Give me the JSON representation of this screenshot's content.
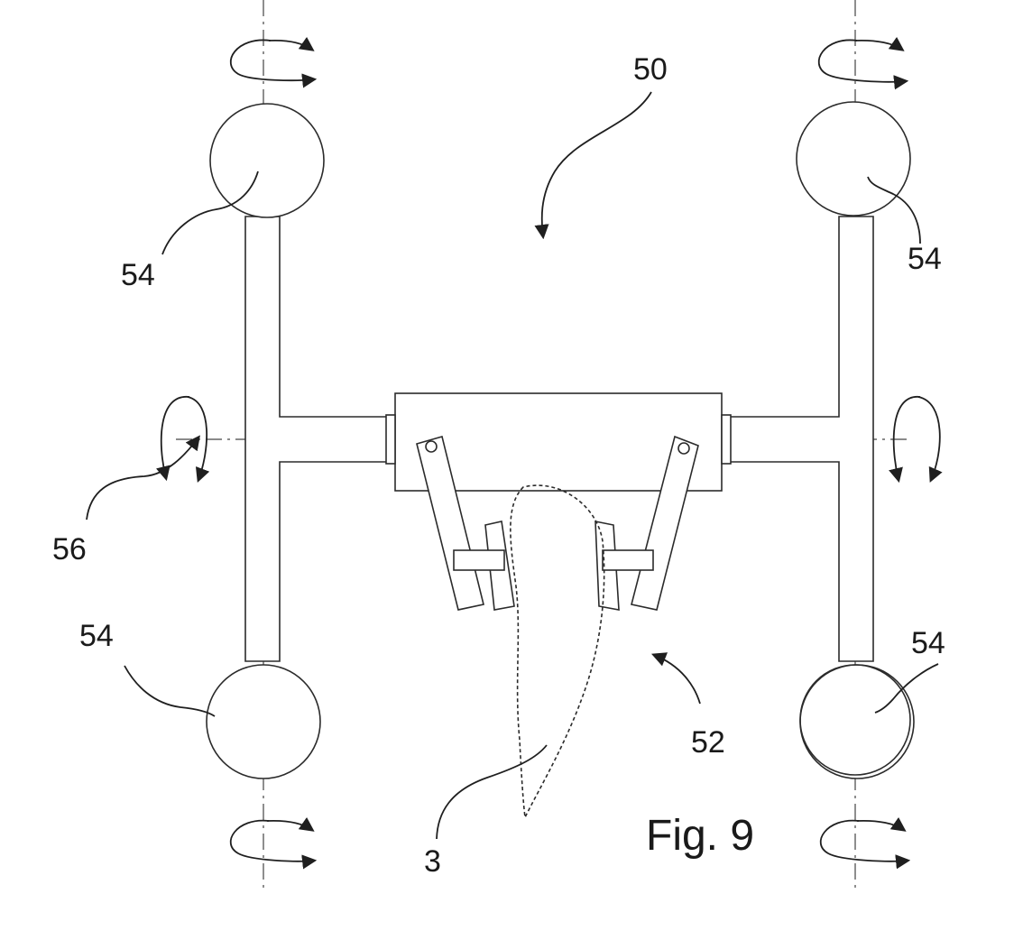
{
  "figure": {
    "caption": "Fig. 9",
    "labels": {
      "device": "50",
      "gripper": "52",
      "wheel_top_left": "54",
      "wheel_top_right": "54",
      "wheel_bottom_left": "54",
      "wheel_bottom_right": "54",
      "pivot_axis": "56",
      "object": "3"
    }
  }
}
